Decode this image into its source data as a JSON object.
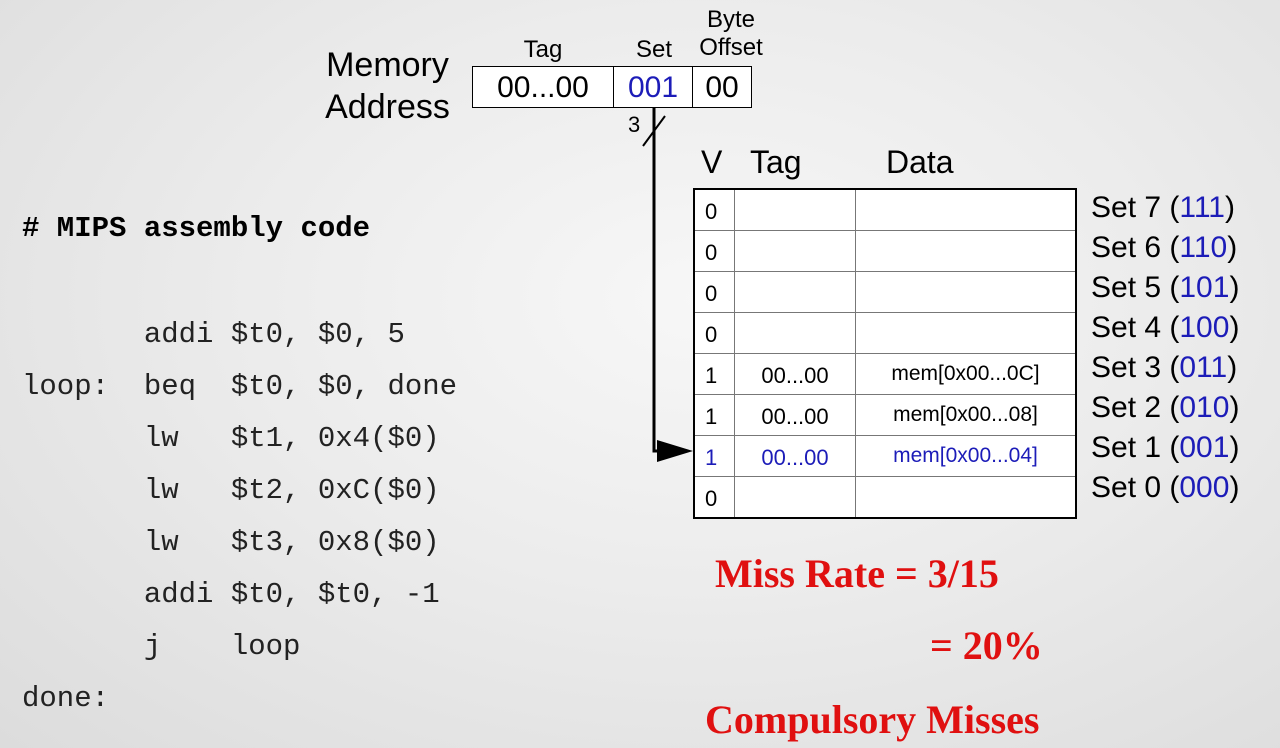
{
  "address": {
    "label_line1": "Memory",
    "label_line2": "Address",
    "fields": [
      {
        "header": "Tag",
        "value": "00...00",
        "color": "#000000"
      },
      {
        "header": "Set",
        "value": "001",
        "color": "#1c1cb8"
      },
      {
        "header_line1": "Byte",
        "header_line2": "Offset",
        "value": "00",
        "color": "#000000"
      }
    ],
    "bus_width": "3"
  },
  "cache": {
    "headers": {
      "v": "V",
      "tag": "Tag",
      "data": "Data"
    },
    "rows": [
      {
        "v": "0",
        "tag": "",
        "data": "",
        "set": "Set 7 (",
        "bits": "111",
        "close": ")",
        "highlight": false
      },
      {
        "v": "0",
        "tag": "",
        "data": "",
        "set": "Set 6 (",
        "bits": "110",
        "close": ")",
        "highlight": false
      },
      {
        "v": "0",
        "tag": "",
        "data": "",
        "set": "Set 5 (",
        "bits": "101",
        "close": ")",
        "highlight": false
      },
      {
        "v": "0",
        "tag": "",
        "data": "",
        "set": "Set 4 (",
        "bits": "100",
        "close": ")",
        "highlight": false
      },
      {
        "v": "1",
        "tag": "00...00",
        "data": "mem[0x00...0C]",
        "set": "Set 3 (",
        "bits": "011",
        "close": ")",
        "highlight": false
      },
      {
        "v": "1",
        "tag": "00...00",
        "data": "mem[0x00...08]",
        "set": "Set 2 (",
        "bits": "010",
        "close": ")",
        "highlight": false
      },
      {
        "v": "1",
        "tag": "00...00",
        "data": "mem[0x00...04]",
        "set": "Set 1 (",
        "bits": "001",
        "close": ")",
        "highlight": true
      },
      {
        "v": "0",
        "tag": "",
        "data": "",
        "set": "Set 0 (",
        "bits": "000",
        "close": ")",
        "highlight": false
      }
    ]
  },
  "code": {
    "comment": "# MIPS assembly code",
    "lines": [
      "       addi $t0, $0, 5",
      "loop:  beq  $t0, $0, done",
      "       lw   $t1, 0x4($0)",
      "       lw   $t2, 0xC($0)",
      "       lw   $t3, 0x8($0)",
      "       addi $t0, $t0, -1",
      "       j    loop",
      "done:"
    ]
  },
  "results": {
    "miss_rate": "Miss Rate = 3/15",
    "miss_pct": "= 20%",
    "compulsory": "Compulsory Misses"
  },
  "colors": {
    "accent_blue": "#1c1cb8",
    "miss_red": "#e01010"
  }
}
